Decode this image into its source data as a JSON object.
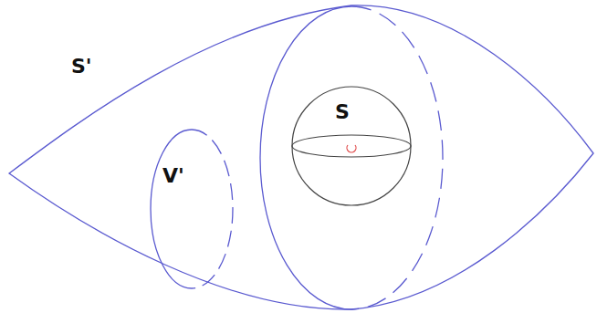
{
  "diagram": {
    "labels": [
      "S'",
      "V'",
      "S"
    ]
  }
}
